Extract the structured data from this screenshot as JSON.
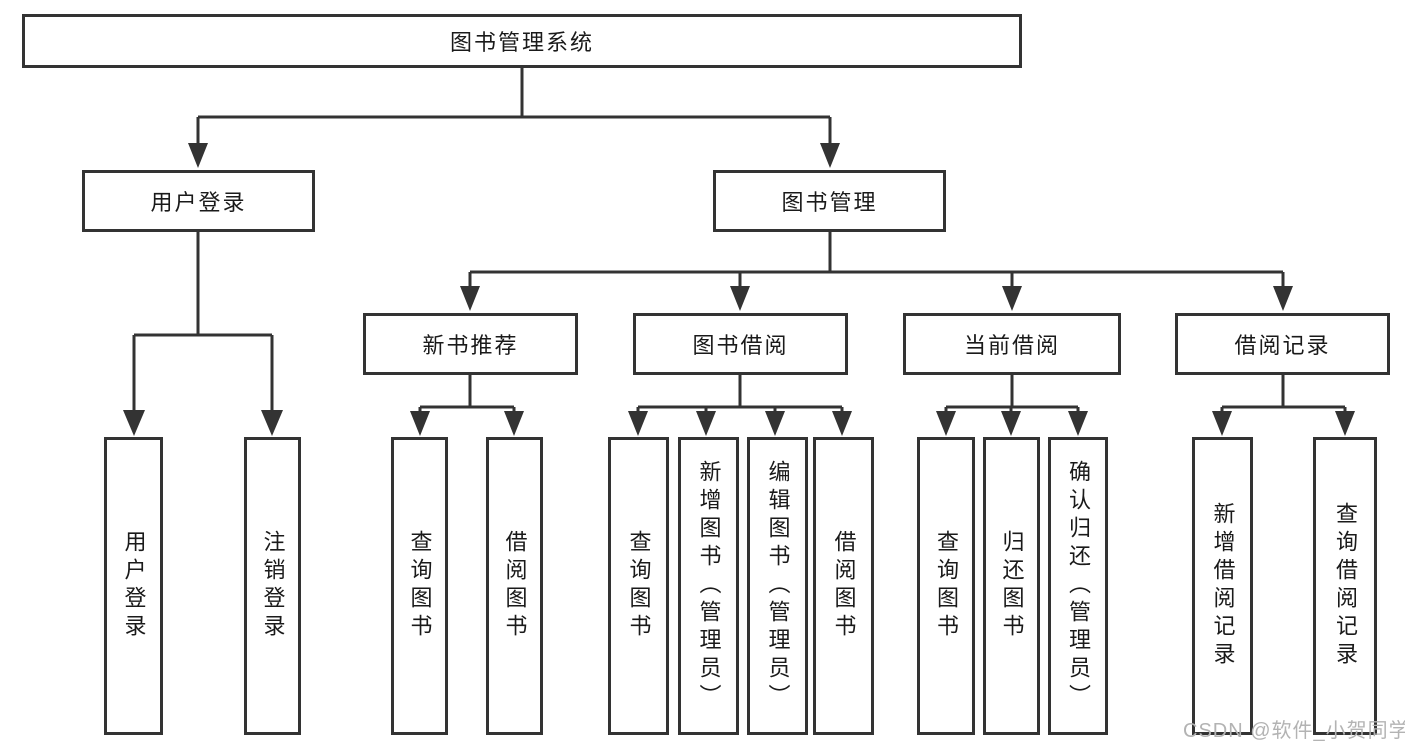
{
  "diagram_title": "图书管理系统",
  "tree": {
    "label": "图书管理系统",
    "children": [
      {
        "label": "用户登录",
        "children": [
          {
            "label": "用户登录"
          },
          {
            "label": "注销登录"
          }
        ]
      },
      {
        "label": "图书管理",
        "children": [
          {
            "label": "新书推荐",
            "children": [
              {
                "label": "查询图书"
              },
              {
                "label": "借阅图书"
              }
            ]
          },
          {
            "label": "图书借阅",
            "children": [
              {
                "label": "查询图书"
              },
              {
                "label": "新增图书（管理员）"
              },
              {
                "label": "编辑图书（管理员）"
              },
              {
                "label": "借阅图书"
              }
            ]
          },
          {
            "label": "当前借阅",
            "children": [
              {
                "label": "查询图书"
              },
              {
                "label": "归还图书"
              },
              {
                "label": "确认归还（管理员）"
              }
            ]
          },
          {
            "label": "借阅记录",
            "children": [
              {
                "label": "新增借阅记录"
              },
              {
                "label": "查询借阅记录"
              }
            ]
          }
        ]
      }
    ]
  },
  "watermark": {
    "text": "CSDN @软件_小贺同学"
  },
  "colors": {
    "line": "#333333",
    "text": "#1a1a1a",
    "box_background": "#ffffff",
    "watermark": "#b3b3b3"
  }
}
